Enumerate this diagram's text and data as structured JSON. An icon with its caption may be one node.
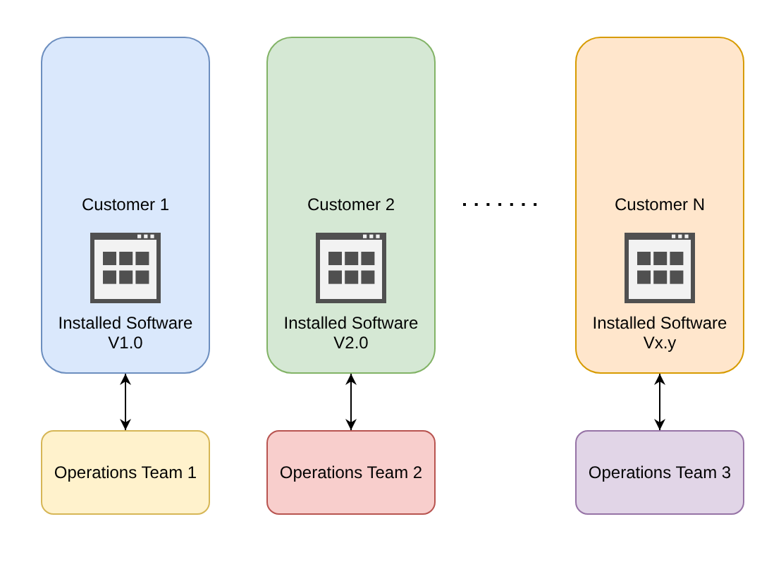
{
  "diagram": {
    "nodes": [
      {
        "text": [
          "Customer 1",
          "Installed Software V1.0"
        ]
      },
      {
        "text": [
          "Customer 2",
          "Installed Software V2.0"
        ]
      },
      {
        "text": [
          "Customer N",
          "Installed Software Vx.y"
        ]
      },
      {
        "text": [
          "Operations Team 1"
        ]
      },
      {
        "text": [
          "Operations Team 2"
        ]
      },
      {
        "text": [
          "Operations Team 3"
        ]
      }
    ],
    "edges": [
      {
        "from": 0,
        "to": 3,
        "arrow": "both"
      },
      {
        "from": 1,
        "to": 4,
        "arrow": "both"
      },
      {
        "from": 2,
        "to": 5,
        "arrow": "both"
      }
    ]
  }
}
